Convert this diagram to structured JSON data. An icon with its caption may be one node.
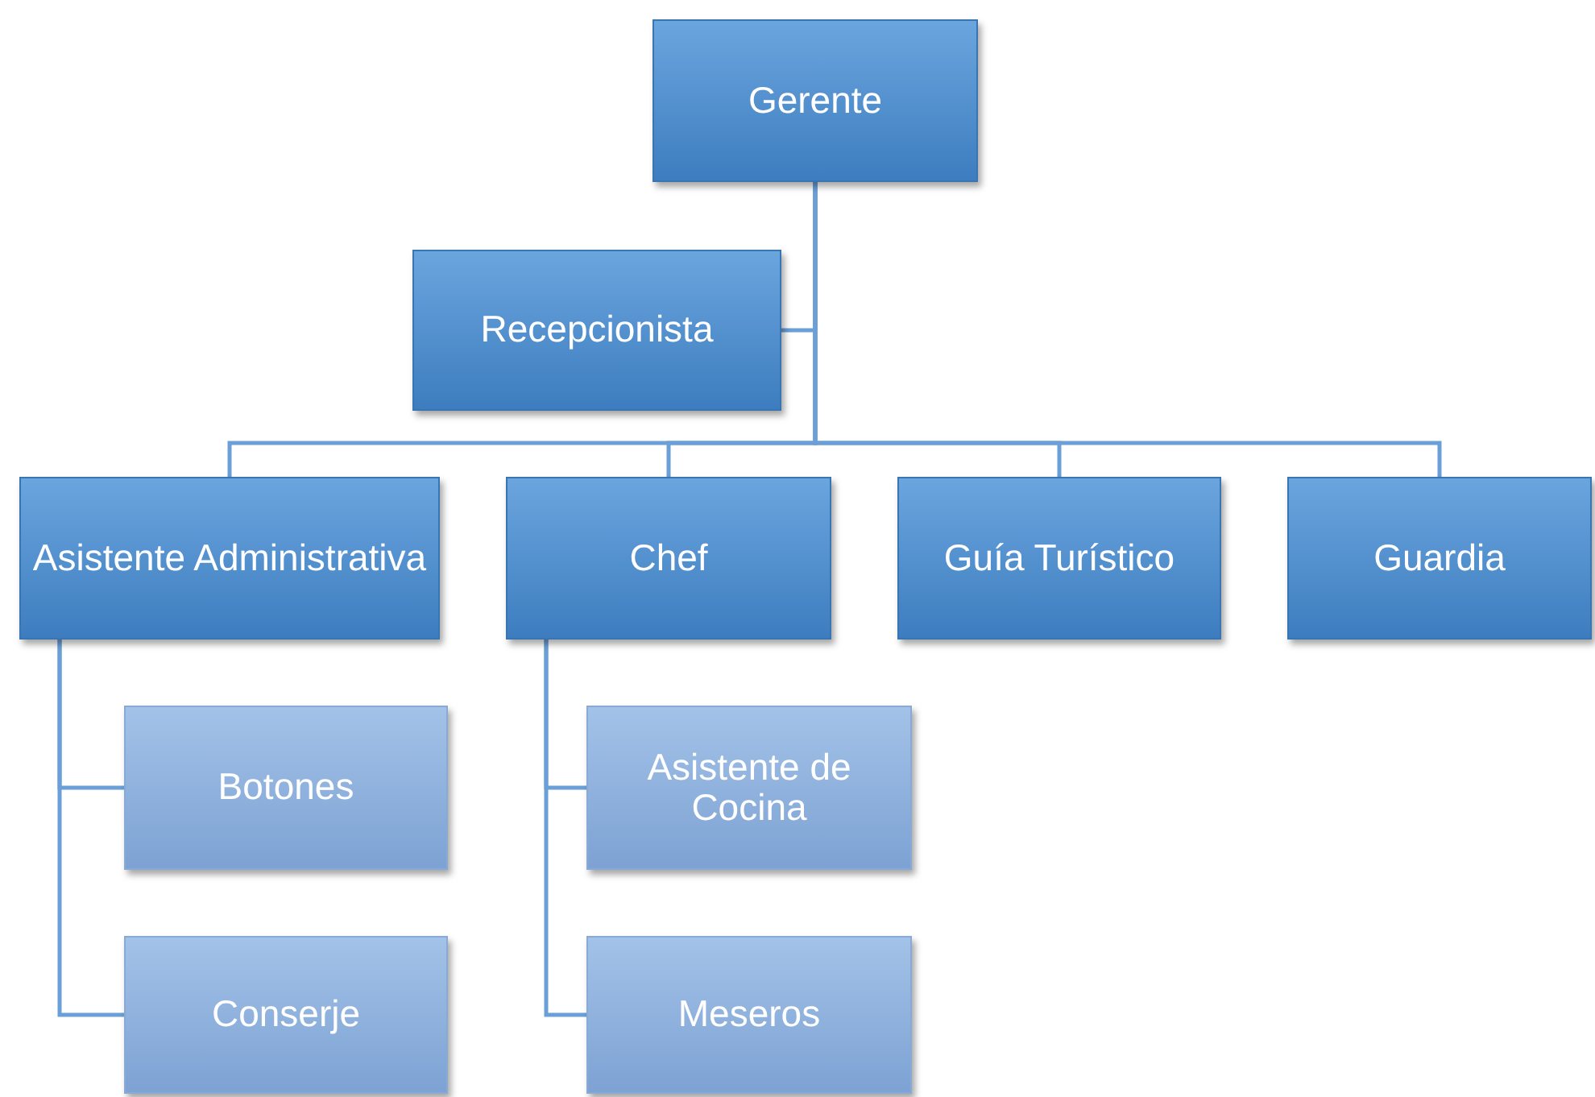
{
  "diagram": {
    "nodes": [
      {
        "text": [
          "Gerente"
        ]
      },
      {
        "text": [
          "Recepcionista"
        ]
      },
      {
        "text": [
          "Asistente Administrativa"
        ]
      },
      {
        "text": [
          "Chef"
        ]
      },
      {
        "text": [
          "Guía Turístico"
        ]
      },
      {
        "text": [
          "Guardia"
        ]
      },
      {
        "text": [
          "Botones"
        ]
      },
      {
        "text": [
          "Conserje"
        ]
      },
      {
        "text": [
          "Asistente de Cocina"
        ]
      },
      {
        "text": [
          "Meseros"
        ]
      }
    ],
    "edges": [
      {
        "from": 0,
        "to": 1,
        "arrow": "none"
      },
      {
        "from": 0,
        "to": 2,
        "arrow": "none"
      },
      {
        "from": 0,
        "to": 3,
        "arrow": "none"
      },
      {
        "from": 0,
        "to": 4,
        "arrow": "none"
      },
      {
        "from": 0,
        "to": 5,
        "arrow": "none"
      },
      {
        "from": 2,
        "to": 6,
        "arrow": "none"
      },
      {
        "from": 2,
        "to": 7,
        "arrow": "none"
      },
      {
        "from": 3,
        "to": 8,
        "arrow": "none"
      },
      {
        "from": 3,
        "to": 9,
        "arrow": "none"
      }
    ]
  }
}
